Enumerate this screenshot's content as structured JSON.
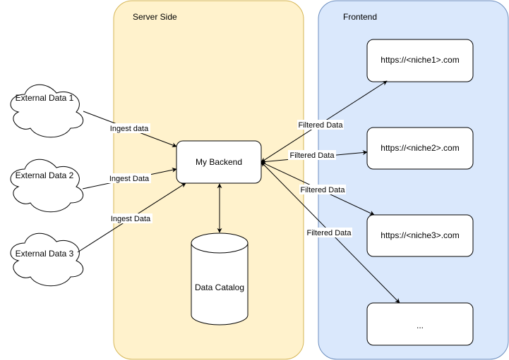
{
  "colors": {
    "server_fill": "#fff2cc",
    "server_stroke": "#d6b656",
    "frontend_fill": "#dae8fc",
    "frontend_stroke": "#6c8ebf",
    "node_stroke": "#000000",
    "node_fill": "#ffffff"
  },
  "server_side": {
    "title": "Server Side"
  },
  "frontend": {
    "title": "Frontend"
  },
  "external": [
    {
      "label": "External Data 1"
    },
    {
      "label": "External Data 2"
    },
    {
      "label": "External Data 3"
    }
  ],
  "backend": {
    "label": "My Backend"
  },
  "catalog": {
    "label": "Data Catalog"
  },
  "sites": [
    {
      "label": "https://<niche1>.com"
    },
    {
      "label": "https://<niche2>.com"
    },
    {
      "label": "https://<niche3>.com"
    },
    {
      "label": "..."
    }
  ],
  "edges": {
    "ingest": [
      "Ingest data",
      "Ingest Data",
      "Ingest Data"
    ],
    "filtered": [
      "Filtered Data",
      "Filtered Data",
      "Filtered Data",
      "Filtered Data"
    ]
  }
}
